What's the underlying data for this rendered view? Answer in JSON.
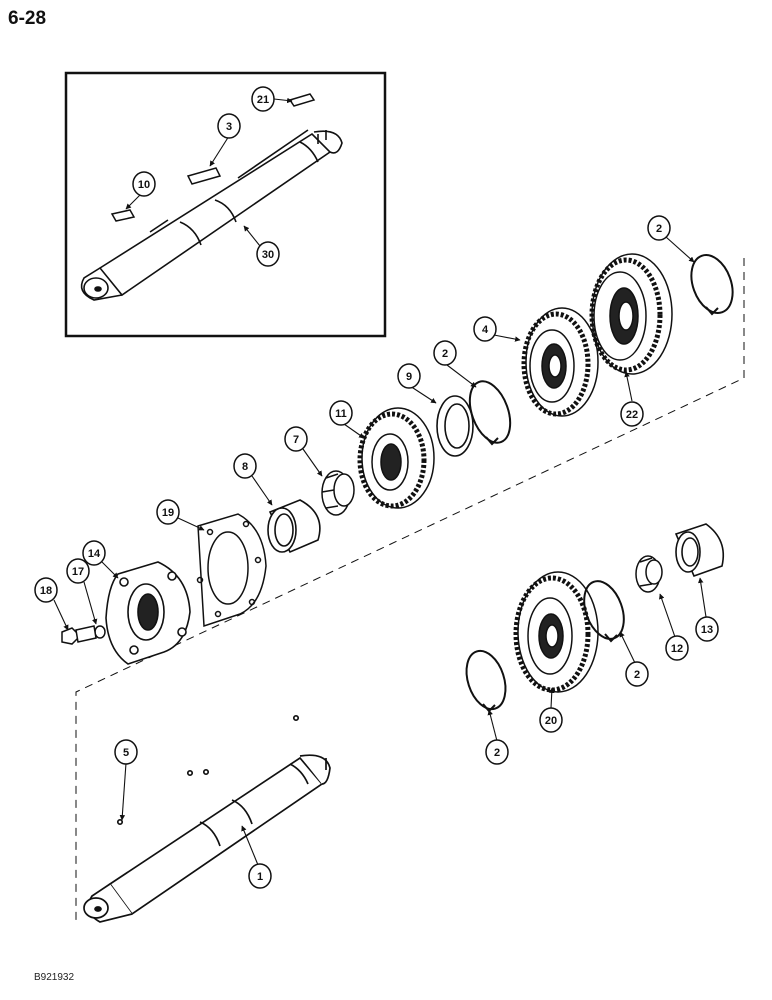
{
  "page_number": "6-28",
  "doc_code": "B921932",
  "callouts": {
    "c21": "21",
    "c3": "3",
    "c10": "10",
    "c30": "30",
    "c2a": "2",
    "c22": "22",
    "c4": "4",
    "c2b": "2",
    "c9": "9",
    "c11": "11",
    "c7": "7",
    "c8": "8",
    "c19": "19",
    "c14": "14",
    "c17": "17",
    "c18": "18",
    "c20": "20",
    "c2c": "2",
    "c12": "12",
    "c13": "13",
    "c2d": "2",
    "c5": "5",
    "c1": "1"
  }
}
